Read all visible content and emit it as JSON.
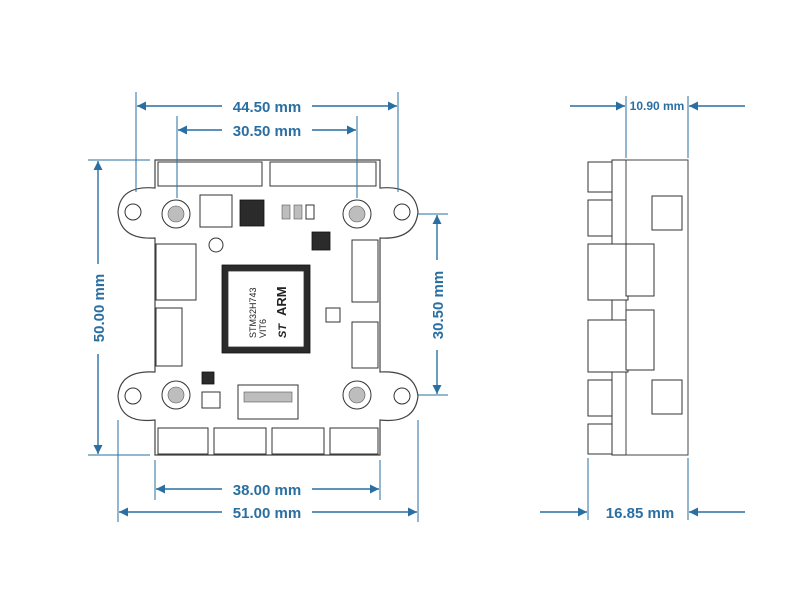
{
  "dimensions": {
    "top_outer": "44.50 mm",
    "top_inner": "30.50 mm",
    "left_height": "50.00 mm",
    "right_inner": "30.50 mm",
    "bottom_inner": "38.00 mm",
    "bottom_outer": "51.00 mm",
    "side_thickness": "10.90 mm",
    "side_depth": "16.85 mm"
  },
  "chip": {
    "part": "STM32H743",
    "suffix": "VIT6",
    "brand": "ARM",
    "logo": "ST"
  },
  "colors": {
    "dimension": "#2a6fa1",
    "outline": "#444444"
  }
}
